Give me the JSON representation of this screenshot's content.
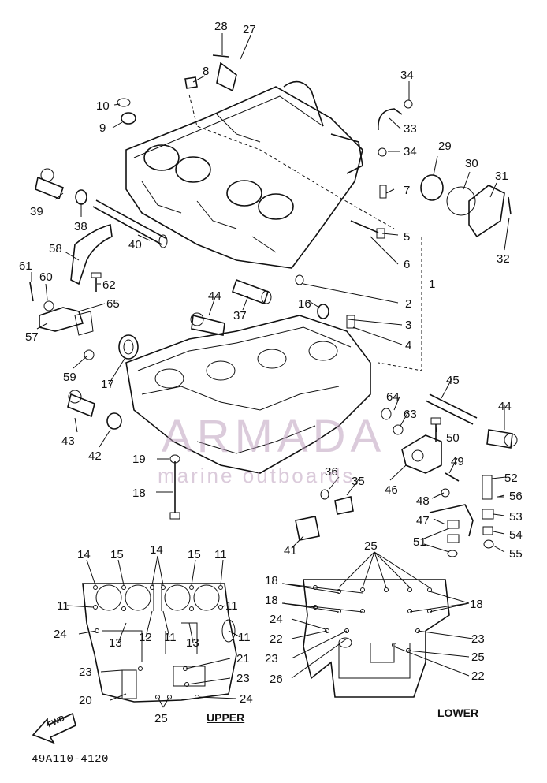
{
  "diagram": {
    "part_code": "49A110-4120",
    "views": {
      "upper": "UPPER",
      "lower": "LOWER"
    },
    "arrow_label": "FWD",
    "watermark": {
      "brand": "ARMADA",
      "tagline": "marine outboards"
    },
    "callouts": [
      "1",
      "2",
      "3",
      "4",
      "5",
      "6",
      "7",
      "8",
      "9",
      "10",
      "11",
      "12",
      "13",
      "14",
      "15",
      "16",
      "17",
      "18",
      "19",
      "20",
      "21",
      "22",
      "23",
      "24",
      "25",
      "26",
      "27",
      "28",
      "29",
      "30",
      "31",
      "32",
      "33",
      "34",
      "35",
      "36",
      "37",
      "38",
      "39",
      "40",
      "41",
      "42",
      "43",
      "44",
      "45",
      "46",
      "47",
      "48",
      "49",
      "50",
      "51",
      "52",
      "53",
      "54",
      "55",
      "56",
      "57",
      "58",
      "59",
      "60",
      "61",
      "62",
      "63",
      "64",
      "65"
    ],
    "colors": {
      "line": "#111111",
      "watermark": "#c7a9c6",
      "background": "#ffffff"
    }
  }
}
